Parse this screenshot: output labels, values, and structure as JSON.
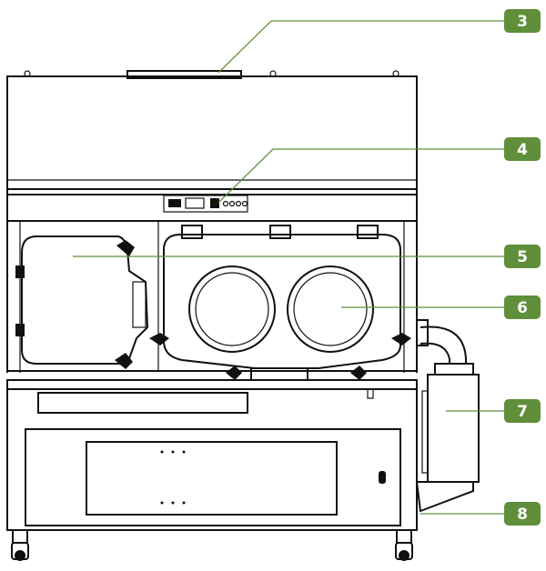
{
  "callouts": [
    {
      "id": "3",
      "label": "3"
    },
    {
      "id": "4",
      "label": "4"
    },
    {
      "id": "5",
      "label": "5"
    },
    {
      "id": "6",
      "label": "6"
    },
    {
      "id": "7",
      "label": "7"
    },
    {
      "id": "8",
      "label": "8"
    }
  ],
  "colors": {
    "badge": "#5f8f3a",
    "outline": "#111111"
  }
}
